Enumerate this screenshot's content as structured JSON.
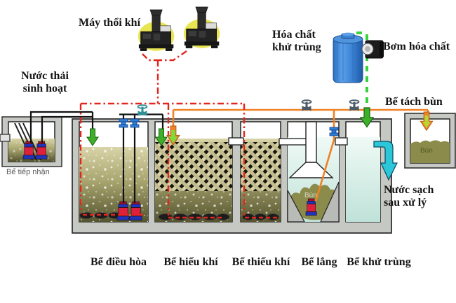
{
  "diagram": {
    "title_context": "wastewater-treatment-process-diagram",
    "labels": {
      "air_blower": "Máy thổi khí",
      "chemical_line1": "Hóa chất",
      "chemical_line2": "khử trùng",
      "chemical_pump": "Bơm hóa chất",
      "influent_line1": "Nước thải",
      "influent_line2": "sinh hoạt",
      "receiving_tank": "Bể tiếp nhận",
      "sludge_separation_tank": "Bể tách bùn",
      "clean_water_line1": "Nước sạch",
      "clean_water_line2": "sau xử lý",
      "sludge_in_settling_tank": "Bùn",
      "sludge_in_sludge_tank": "Bùn"
    },
    "tanks": [
      {
        "label": "Bể điều hòa"
      },
      {
        "label": "Bể hiếu khí"
      },
      {
        "label": "Bể thiếu khí"
      },
      {
        "label": "Bể lắng"
      },
      {
        "label": "Bể khử trùng"
      }
    ],
    "colors": {
      "air_line": "#e3261d",
      "sludge_return_line": "#f08125",
      "chemical_dosing_line": "#38d23c",
      "clean_water_pipe": "#2bc6d8",
      "chemical_tank": "#3f87d6",
      "mixed_liquor": "#a9a670",
      "sludge": "#8b8b4c",
      "structure": "#c6c8c4"
    }
  }
}
